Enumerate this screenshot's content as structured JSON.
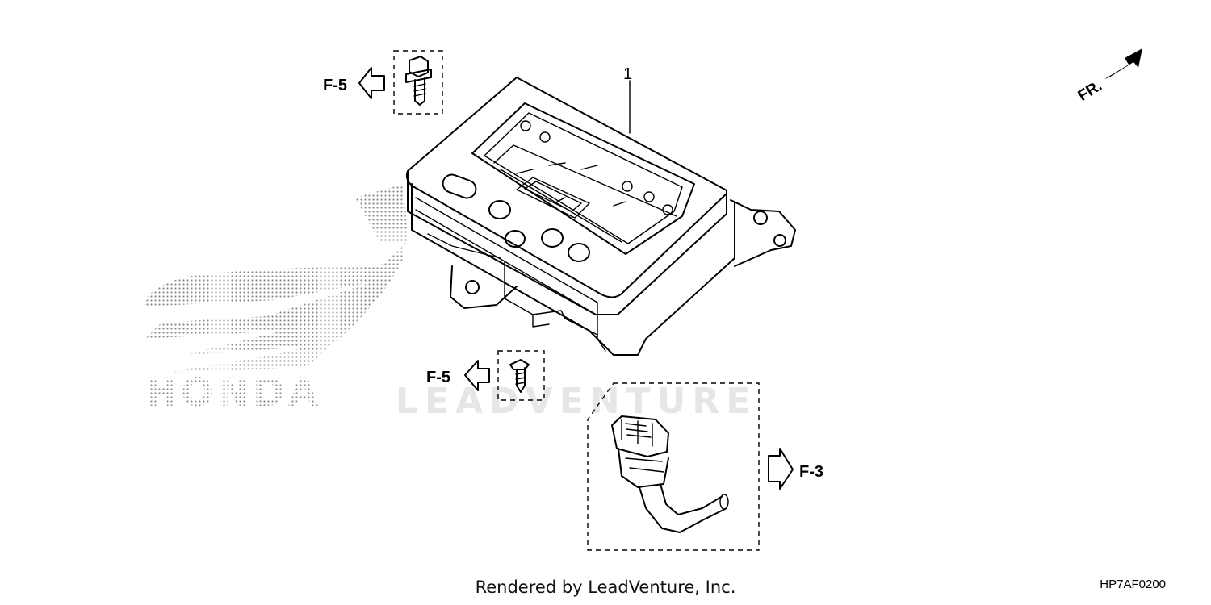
{
  "diagram": {
    "callout_number": "1",
    "references": {
      "upper_bolt": "F-5",
      "lower_screw": "F-5",
      "connector": "F-3"
    },
    "direction_label": "FR.",
    "watermark_brand": "HONDA",
    "watermark_vendor": "LEADVENTURE"
  },
  "footer": {
    "credit": "Rendered by LeadVenture, Inc.",
    "diagram_code": "HP7AF0200"
  }
}
